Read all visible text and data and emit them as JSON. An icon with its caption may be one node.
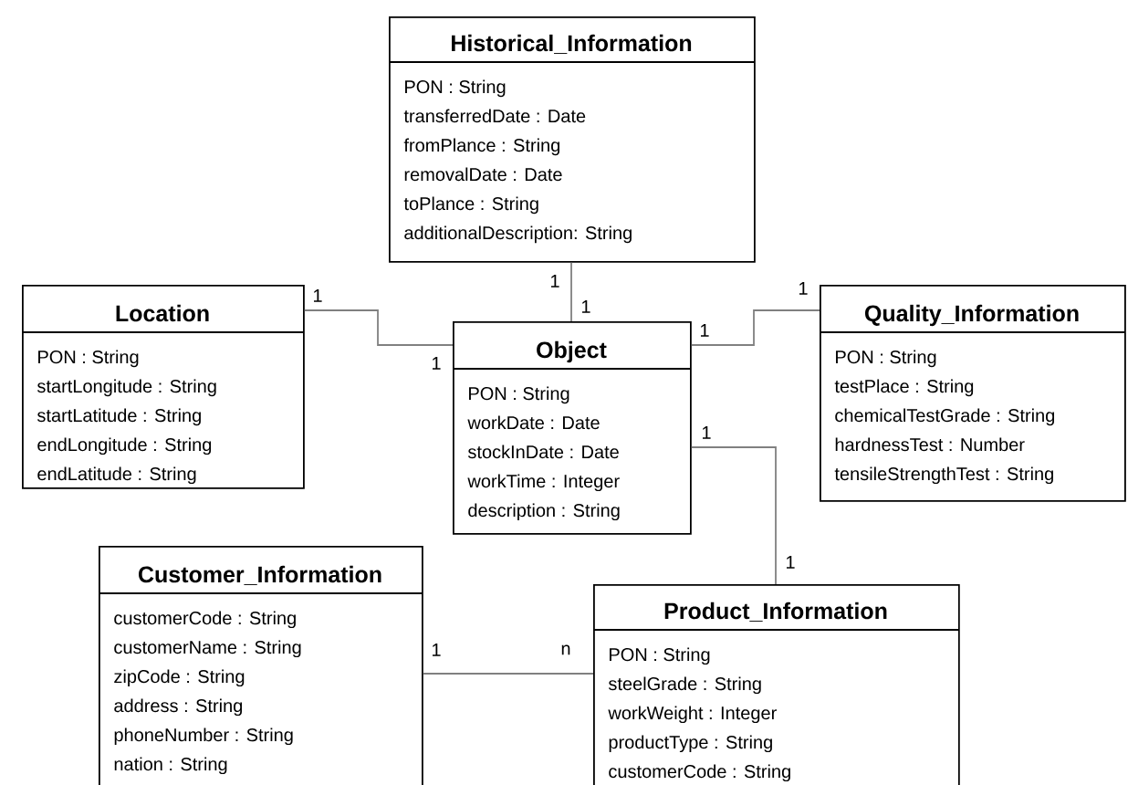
{
  "diagram": {
    "nodes": [
      {
        "text": [
          "Historical_Information",
          "PON : String",
          "transferredDate : Date",
          "fromPlance : String",
          "removalDate : Date",
          "toPlance : String",
          "additionalDescription: String"
        ]
      },
      {
        "text": [
          "Location",
          "PON : String",
          "startLongitude : String",
          "startLatitude : String",
          "endLongitude : String",
          "endLatitude : String"
        ]
      },
      {
        "text": [
          "Object",
          "PON : String",
          "workDate : Date",
          "stockInDate : Date",
          "workTime : Integer",
          "description : String"
        ]
      },
      {
        "text": [
          "Quality_Information",
          "PON : String",
          "testPlace : String",
          "chemicalTestGrade : String",
          "hardnessTest : Number",
          "tensileStrengthTest : String"
        ]
      },
      {
        "text": [
          "Customer_Information",
          "customerCode : String",
          "customerName : String",
          "zipCode : String",
          "address : String",
          "phoneNumber : String",
          "nation : String"
        ]
      },
      {
        "text": [
          "Product_Information",
          "PON : String",
          "steelGrade : String",
          "workWeight : Integer",
          "productType : String",
          "customerCode : String"
        ]
      }
    ],
    "edges": [
      {
        "from": 0,
        "to": 2,
        "arrow": "none"
      },
      {
        "from": 1,
        "to": 2,
        "arrow": "none"
      },
      {
        "from": 2,
        "to": 3,
        "arrow": "none"
      },
      {
        "from": 2,
        "to": 5,
        "arrow": "none"
      },
      {
        "from": 4,
        "to": 5,
        "arrow": "none"
      }
    ],
    "labels": [
      "1",
      "1",
      "1",
      "1",
      "1",
      "1",
      "1",
      "1",
      "1",
      "n"
    ]
  }
}
